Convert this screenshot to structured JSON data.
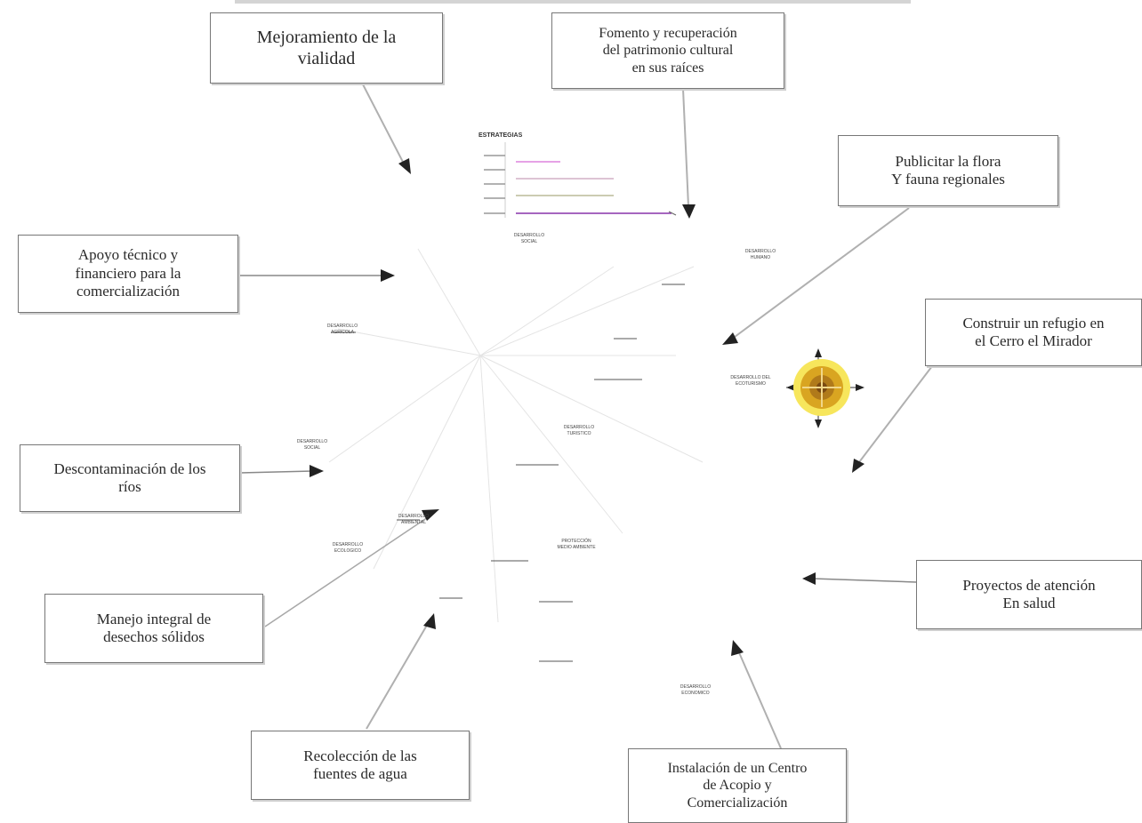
{
  "boxes": {
    "vialidad": "Mejoramiento de la\nvialidad",
    "patrimonio": "Fomento y recuperación\ndel patrimonio cultural\nen sus raíces",
    "flora": "Publicitar la flora\nY fauna regionales",
    "apoyo": "Apoyo técnico y\nfinanciero para la\ncomercialización",
    "refugio": "Construir un refugio en\nel Cerro el Mirador",
    "descontaminacion": "Descontaminación de los\nríos",
    "salud": "Proyectos de atención\nEn salud",
    "desechos": "Manejo integral de\ndesechos sólidos",
    "agua": "Recolección de las\nfuentes de agua",
    "acopio": "Instalación de un Centro\nde Acopio y\nComercialización"
  },
  "diagram": {
    "header": "ESTRATEGIAS",
    "small_labels": {
      "center_a": "DESARROLLO\nSOCIAL",
      "right_top": "DESARROLLO\nHUMANO",
      "left_mid": "DESARROLLO\nAGRICOLA",
      "center_mid": "DESARROLLO\nTURISTICO",
      "focus_label": "DESARROLLO DEL\nECOTURISMO",
      "left_lower": "DESARROLLO\nECOLOGICO",
      "center_b": "DESARROLLO\nAMBIENTAL",
      "center_lower": "PROTECCIÓN\nMEDIO AMBIENTE",
      "bottom_center": "DESARROLLO\nECONOMICO",
      "left_small": "DESARROLLO\nSOCIAL"
    },
    "colors": {
      "arrow": "#b5b5b5",
      "arrow_head": "#222222",
      "pink": "#cc44cc",
      "purple": "#8833aa",
      "olive": "#999966",
      "gold": "#d9a521",
      "gold_bright": "#f7e65c",
      "brown": "#7a4a12"
    },
    "icons": [
      "compass-icon"
    ]
  }
}
